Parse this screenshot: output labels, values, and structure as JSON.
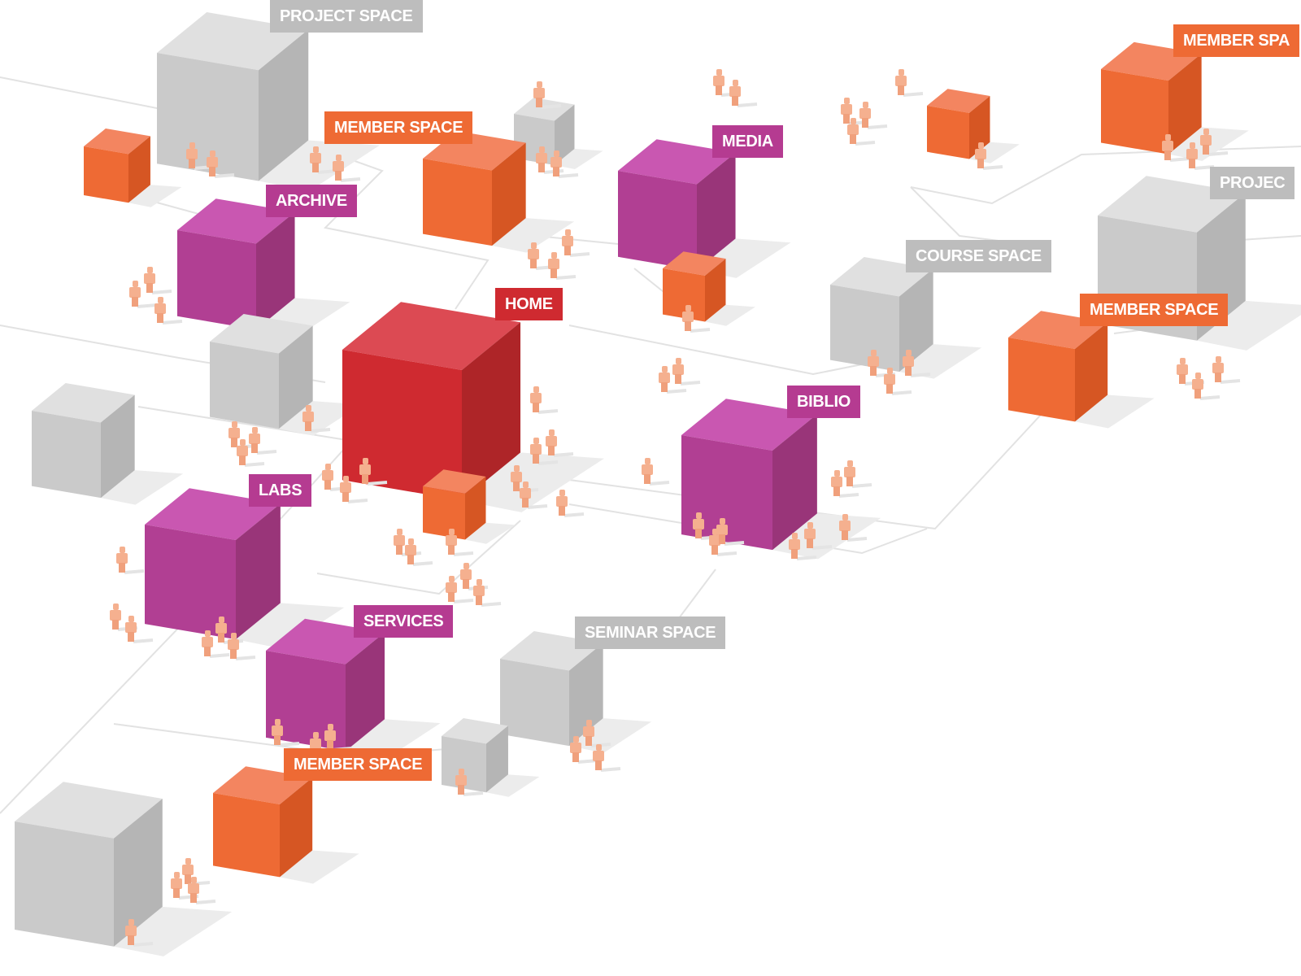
{
  "colors": {
    "red": "#cf2a30",
    "magenta": "#b53b91",
    "orange": "#ee6a34",
    "gray": "#cacaca",
    "person": "#f5b08f"
  },
  "labels": {
    "project_space_top": "PROJECT SPACE",
    "member_space_top_right": "MEMBER SPA",
    "member_space_center": "MEMBER SPACE",
    "media": "MEDIA",
    "archive": "ARCHIVE",
    "project_right": "PROJEC",
    "course_space": "COURSE SPACE",
    "member_space_right": "MEMBER SPACE",
    "home": "HOME",
    "biblio": "BIBLIO",
    "labs": "LABS",
    "services": "SERVICES",
    "seminar_space": "SEMINAR SPACE",
    "member_space_bottom": "MEMBER SPACE"
  }
}
